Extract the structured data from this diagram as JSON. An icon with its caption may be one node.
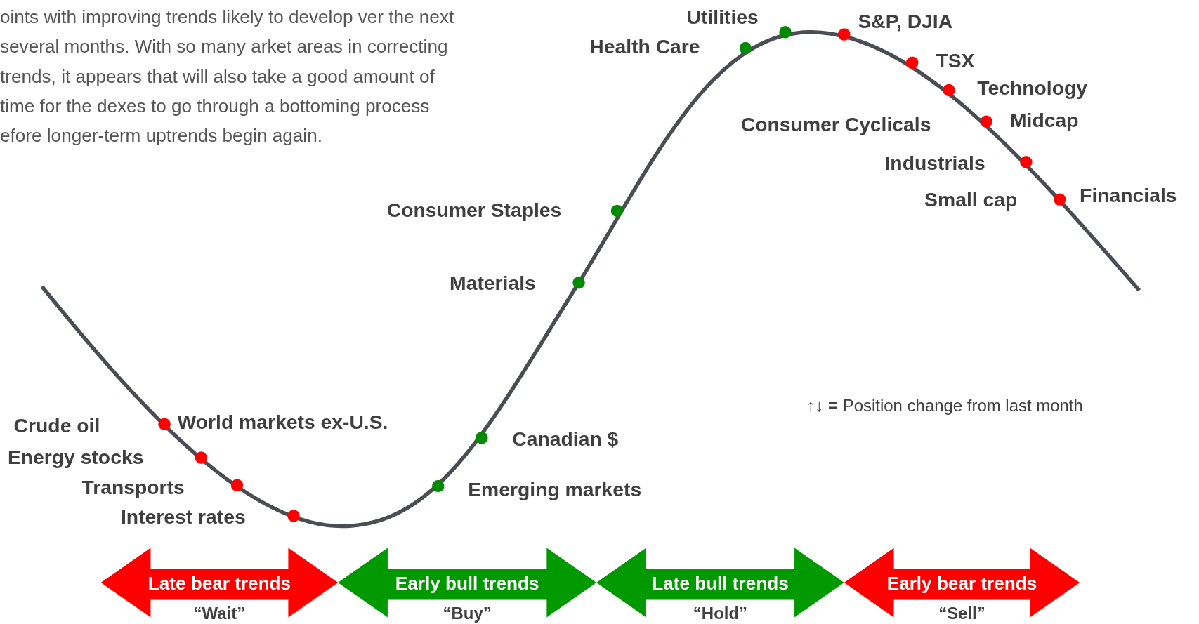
{
  "diagram": {
    "nodes": [
      {
        "text": [
          "Late bear trends",
          "“Wait”"
        ]
      },
      {
        "text": [
          "Early bull trends",
          "“Buy”"
        ]
      },
      {
        "text": [
          "Late bull trends",
          "“Hold”"
        ]
      },
      {
        "text": [
          "Early bear trends",
          "“Sell”"
        ]
      }
    ],
    "labels": [
      "oints with improving trends likely to develop ver the next several months. With so many arket areas in correcting trends, it appears that will also take a good amount of time for the dexes to go through a bottoming process efore longer-term uptrends begin again.",
      "Utilities",
      "S&P, DJIA",
      "Health Care",
      "TSX",
      "Technology",
      "Consumer Cyclicals",
      "Midcap",
      "Industrials",
      "Small cap",
      "Financials",
      "Consumer Staples",
      "Materials",
      "**↑↓ =** Position change from last month",
      "Crude oil",
      "World markets ex-U.S.",
      "Canadian $",
      "Energy stocks",
      "Transports",
      "Emerging markets",
      "Interest rates"
    ]
  }
}
